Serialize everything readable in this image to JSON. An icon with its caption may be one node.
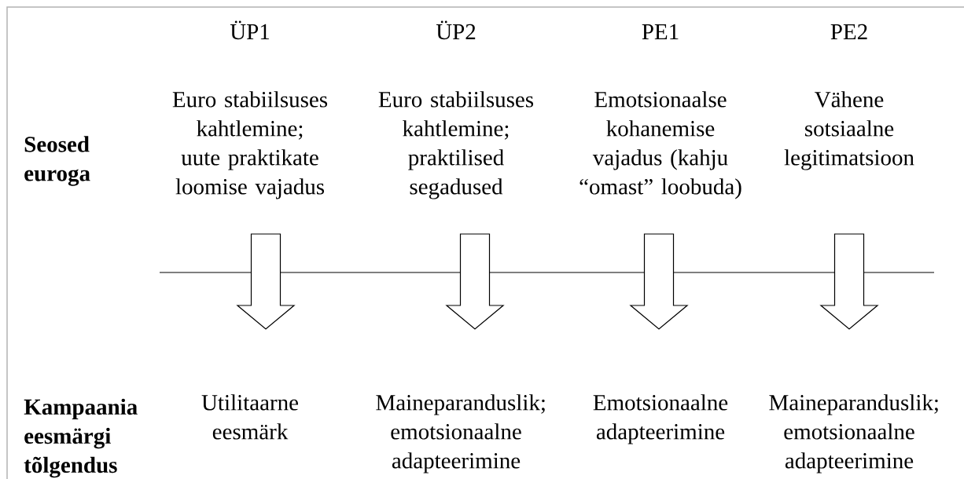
{
  "diagram": {
    "nodes": [
      {
        "text": [
          "Euro stabiilsuses kahtlemine; uute praktikate loomise vajadus"
        ]
      },
      {
        "text": [
          "Euro stabiilsuses kahtlemine; praktilised segadused"
        ]
      },
      {
        "text": [
          "Emotsionaalse kohanemise vajadus (kahju “omast” loobuda)"
        ]
      },
      {
        "text": [
          "Vähene sotsiaalne legitimatsioon"
        ]
      },
      {
        "text": [
          "Utilitaarne eesmärk"
        ]
      },
      {
        "text": [
          "Maineparanduslik; emotsionaalne adapteerimine"
        ]
      },
      {
        "text": [
          "Emotsionaalne adapteerimine"
        ]
      },
      {
        "text": [
          "Maineparanduslik; emotsionaalne adapteerimine"
        ]
      }
    ],
    "edges": [
      {
        "from": 0,
        "to": 4,
        "arrow": "to"
      },
      {
        "from": 1,
        "to": 5,
        "arrow": "to"
      },
      {
        "from": 2,
        "to": 6,
        "arrow": "to"
      },
      {
        "from": 3,
        "to": 7,
        "arrow": "to"
      }
    ],
    "labels": [
      "ÜP1",
      "ÜP2",
      "PE1",
      "PE2",
      "Seosed euroga",
      "Kampaania eesmärgi tõlgendus"
    ]
  }
}
